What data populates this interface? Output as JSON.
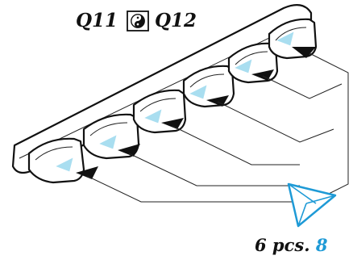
{
  "labels": {
    "left_code": "Q11",
    "right_code": "Q12",
    "quantity_text": "6 pcs.",
    "quantity_number": "8"
  },
  "icons": {
    "compatibility_badge": "yin-yang-icon",
    "pointer": "triangle-arrow-icon",
    "zoom": "origami-triangle-icon"
  },
  "colors": {
    "ink": "#111111",
    "accent_blue": "#1e9ad6",
    "light_blue": "#a9def0"
  },
  "diagram": {
    "clip_count": 6
  }
}
